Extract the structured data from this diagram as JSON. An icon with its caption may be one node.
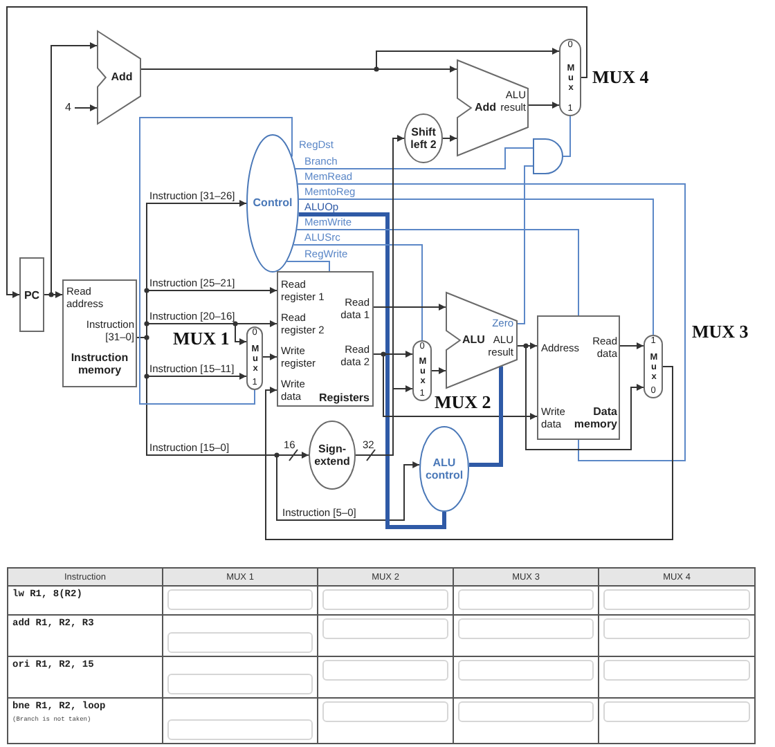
{
  "diagram": {
    "nodes": [
      {
        "text": [
          "Add"
        ]
      },
      {
        "text": [
          "4"
        ]
      },
      {
        "text": [
          "PC"
        ]
      },
      {
        "text": [
          "Read address",
          "Instruction [31–0]",
          "Instruction memory"
        ]
      },
      {
        "text": [
          "Control"
        ]
      },
      {
        "text": [
          "Shift left 2"
        ]
      },
      {
        "text": [
          "Add",
          "ALU result"
        ]
      },
      {
        "text": [
          "0",
          "Mux",
          "1"
        ],
        "beside": [
          "MUX 4"
        ]
      },
      {
        "text": [],
        "shape": "gate"
      },
      {
        "text": [
          "Read register 1",
          "Read register 2",
          "Write register",
          "Write data",
          "Read data 1",
          "Read data 2",
          "Registers"
        ]
      },
      {
        "text": [
          "0",
          "Mux",
          "1"
        ],
        "beside": [
          "MUX 1"
        ]
      },
      {
        "text": [
          "Sign-extend"
        ]
      },
      {
        "text": [
          "ALU control"
        ]
      },
      {
        "text": [
          "0",
          "Mux",
          "1"
        ],
        "beside": [
          "MUX 2"
        ]
      },
      {
        "text": [
          "ALU",
          "Zero",
          "ALU result"
        ]
      },
      {
        "text": [
          "Address",
          "Read data",
          "Write data",
          "Data memory"
        ]
      },
      {
        "text": [
          "1",
          "Mux",
          "0"
        ],
        "beside": [
          "MUX 3"
        ]
      }
    ],
    "edges": [
      {
        "from": 2,
        "to": 0,
        "arrow": "to"
      },
      {
        "from": 2,
        "to": 3,
        "arrow": "to"
      },
      {
        "from": 1,
        "to": 0,
        "arrow": "to"
      },
      {
        "from": 0,
        "to": 7,
        "arrow": "to"
      },
      {
        "from": 0,
        "to": 6,
        "arrow": "to"
      },
      {
        "from": 5,
        "to": 6,
        "arrow": "to"
      },
      {
        "from": 6,
        "to": 7,
        "arrow": "to"
      },
      {
        "from": 7,
        "to": 2,
        "arrow": "to"
      },
      {
        "from": 8,
        "to": 7,
        "arrow": "none",
        "color": "#5b87c7"
      },
      {
        "from": 4,
        "to": 8,
        "arrow": "none",
        "label": "Branch",
        "color": "#5b87c7"
      },
      {
        "from": 14,
        "to": 8,
        "arrow": "none",
        "color": "#5b87c7"
      },
      {
        "from": 3,
        "to": 4,
        "arrow": "to",
        "label": "Instruction [31–26]"
      },
      {
        "from": 3,
        "to": 9,
        "arrow": "to",
        "label": "Instruction [25–21]"
      },
      {
        "from": 3,
        "to": 9,
        "arrow": "to",
        "label": "Instruction [20–16]"
      },
      {
        "from": 3,
        "to": 10,
        "arrow": "to"
      },
      {
        "from": 3,
        "to": 10,
        "arrow": "to",
        "label": "Instruction [15–11]"
      },
      {
        "from": 3,
        "to": 11,
        "arrow": "to",
        "label": "Instruction [15–0]"
      },
      {
        "from": 3,
        "to": 12,
        "arrow": "to",
        "label": "Instruction [5–0]"
      },
      {
        "from": 10,
        "to": 9,
        "arrow": "to"
      },
      {
        "from": 4,
        "to": 10,
        "arrow": "none",
        "label": "RegDst",
        "color": "#5b87c7"
      },
      {
        "from": 4,
        "to": 15,
        "arrow": "none",
        "label": "MemRead",
        "color": "#5b87c7"
      },
      {
        "from": 4,
        "to": 16,
        "arrow": "none",
        "label": "MemtoReg",
        "color": "#5b87c7"
      },
      {
        "from": 4,
        "to": 12,
        "arrow": "none",
        "label": "ALUOp",
        "style": "thick",
        "color": "#2f5aa6"
      },
      {
        "from": 4,
        "to": 15,
        "arrow": "none",
        "label": "MemWrite",
        "color": "#5b87c7"
      },
      {
        "from": 4,
        "to": 13,
        "arrow": "none",
        "label": "ALUSrc",
        "color": "#5b87c7"
      },
      {
        "from": 4,
        "to": 9,
        "arrow": "none",
        "label": "RegWrite",
        "color": "#5b87c7"
      },
      {
        "from": 9,
        "to": 14,
        "arrow": "to"
      },
      {
        "from": 9,
        "to": 13,
        "arrow": "to"
      },
      {
        "from": 9,
        "to": 15,
        "arrow": "to"
      },
      {
        "from": 11,
        "to": 13,
        "arrow": "to"
      },
      {
        "from": 11,
        "to": 5,
        "arrow": "to"
      },
      {
        "from": 13,
        "to": 14,
        "arrow": "to"
      },
      {
        "from": 12,
        "to": 14,
        "arrow": "none",
        "style": "thick",
        "color": "#2f5aa6"
      },
      {
        "from": 14,
        "to": 15,
        "arrow": "to"
      },
      {
        "from": 14,
        "to": 16,
        "arrow": "to"
      },
      {
        "from": 15,
        "to": 16,
        "arrow": "to"
      },
      {
        "from": 16,
        "to": 9,
        "arrow": "to"
      }
    ],
    "labels": [
      "16",
      "32",
      "Instruction",
      "MUX 1",
      "MUX 2",
      "MUX 3",
      "MUX 4",
      "lw R1, 8(R2)",
      "add R1, R2, R3",
      "ori R1, R2, 15",
      "bne R1, R2, loop",
      "(Branch is not taken)"
    ]
  }
}
